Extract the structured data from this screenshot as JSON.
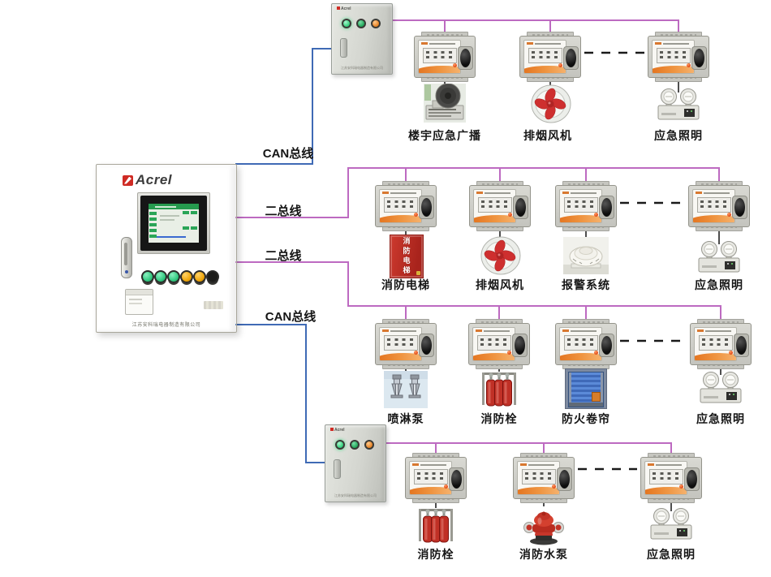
{
  "brand": {
    "logo_text": "Acrel",
    "company": "江苏安科瑞电器制造有限公司"
  },
  "colors": {
    "can_bus": "#3f6ab5",
    "two_bus": "#bd6ac1",
    "module_accent": "#e87f2a"
  },
  "buses": [
    {
      "label": "CAN总线",
      "type": "CAN"
    },
    {
      "label": "二总线",
      "type": "two-wire"
    },
    {
      "label": "二总线",
      "type": "two-wire"
    },
    {
      "label": "CAN总线",
      "type": "CAN"
    }
  ],
  "rows": [
    {
      "devices": [
        {
          "label": "楼宇应急广播"
        },
        {
          "label": "排烟风机"
        },
        {
          "label": "应急照明"
        }
      ]
    },
    {
      "devices": [
        {
          "label": "消防电梯",
          "sign_text": "消防电梯"
        },
        {
          "label": "排烟风机"
        },
        {
          "label": "报警系统"
        },
        {
          "label": "应急照明"
        }
      ]
    },
    {
      "devices": [
        {
          "label": "喷淋泵"
        },
        {
          "label": "消防栓"
        },
        {
          "label": "防火卷帘"
        },
        {
          "label": "应急照明"
        }
      ]
    },
    {
      "devices": [
        {
          "label": "消防栓"
        },
        {
          "label": "消防水泵"
        },
        {
          "label": "应急照明"
        }
      ]
    }
  ]
}
